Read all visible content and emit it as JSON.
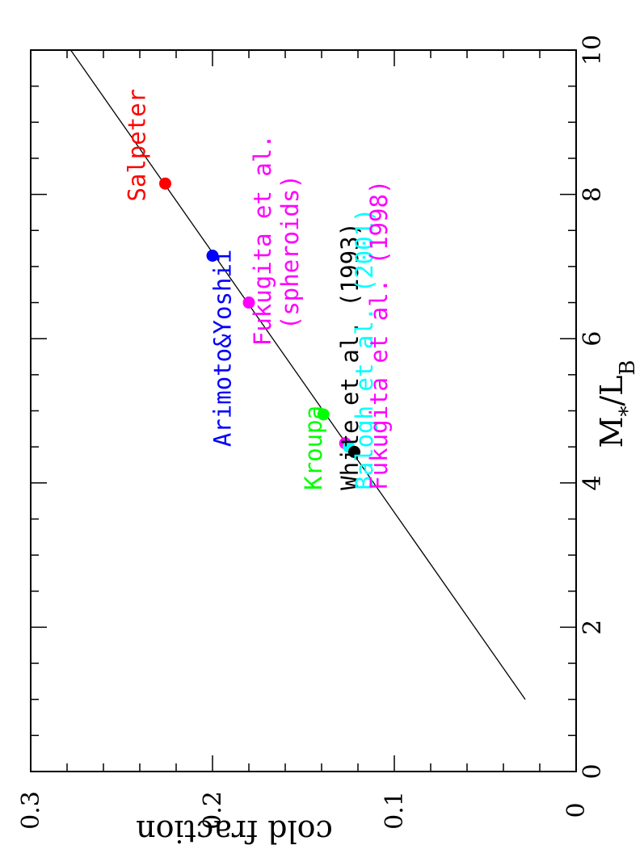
{
  "chart_data": {
    "type": "scatter",
    "title": "",
    "xlabel": "M*/LB",
    "ylabel": "cold fraction",
    "xlim": [
      0,
      10
    ],
    "ylim": [
      0,
      0.3
    ],
    "xticks": [
      0,
      2,
      4,
      6,
      8,
      10
    ],
    "xtick_labels": [
      "0",
      "2",
      "4",
      "6",
      "8",
      "10"
    ],
    "yticks": [
      0,
      0.1,
      0.2,
      0.3
    ],
    "ytick_labels": [
      "0",
      "0.1",
      "0.2",
      "0.3"
    ],
    "grid": false,
    "orientation": "rotated 90 degrees counter-clockwise",
    "fit_line": {
      "x": [
        1.0,
        10.0
      ],
      "y": [
        0.028,
        0.278
      ],
      "color": "#000000"
    },
    "points": [
      {
        "label": "Salpeter",
        "x": 8.15,
        "y": 0.226,
        "color": "#ff0000"
      },
      {
        "label": "Arimoto&Yoshii",
        "x": 7.15,
        "y": 0.2,
        "color": "#0000ff"
      },
      {
        "label": "Fukugita et al. (spheroids)",
        "x": 6.5,
        "y": 0.18,
        "color": "#ff00ff"
      },
      {
        "label": "Kroupa",
        "x": 4.95,
        "y": 0.139,
        "color": "#00ff00"
      },
      {
        "label": "Fukugita et al. (1998)",
        "x": 4.55,
        "y": 0.127,
        "color": "#ff00ff"
      },
      {
        "label": "Balogh et al. (2001)",
        "x": 4.5,
        "y": 0.125,
        "color": "#00ffff"
      },
      {
        "label": "White et al. (1993)",
        "x": 4.43,
        "y": 0.122,
        "color": "#000000"
      }
    ],
    "annotations": [
      {
        "lines": [
          "Salpeter"
        ],
        "color": "#ff0000",
        "x": 7.9,
        "y": 0.237,
        "anchor": "start"
      },
      {
        "lines": [
          "Arimoto&Yoshii"
        ],
        "color": "#0000ff",
        "x": 4.5,
        "y": 0.19,
        "anchor": "start"
      },
      {
        "lines": [
          "Fukugita et al.",
          "(spheroids)"
        ],
        "color": "#ff00ff",
        "x": 5.9,
        "y": 0.168,
        "anchor": "start"
      },
      {
        "lines": [
          "Kroupa"
        ],
        "color": "#00ff00",
        "x": 3.9,
        "y": 0.14,
        "anchor": "start"
      },
      {
        "lines": [
          "White et al. (1993)"
        ],
        "color": "#000000",
        "x": 3.9,
        "y": 0.12,
        "anchor": "start"
      },
      {
        "lines": [
          "Balogh et al. (2001)"
        ],
        "color": "#00ffff",
        "x": 3.9,
        "y": 0.112,
        "anchor": "start"
      },
      {
        "lines": [
          "Fukugita et al. (1998)"
        ],
        "color": "#ff00ff",
        "x": 3.9,
        "y": 0.104,
        "anchor": "start"
      }
    ]
  }
}
